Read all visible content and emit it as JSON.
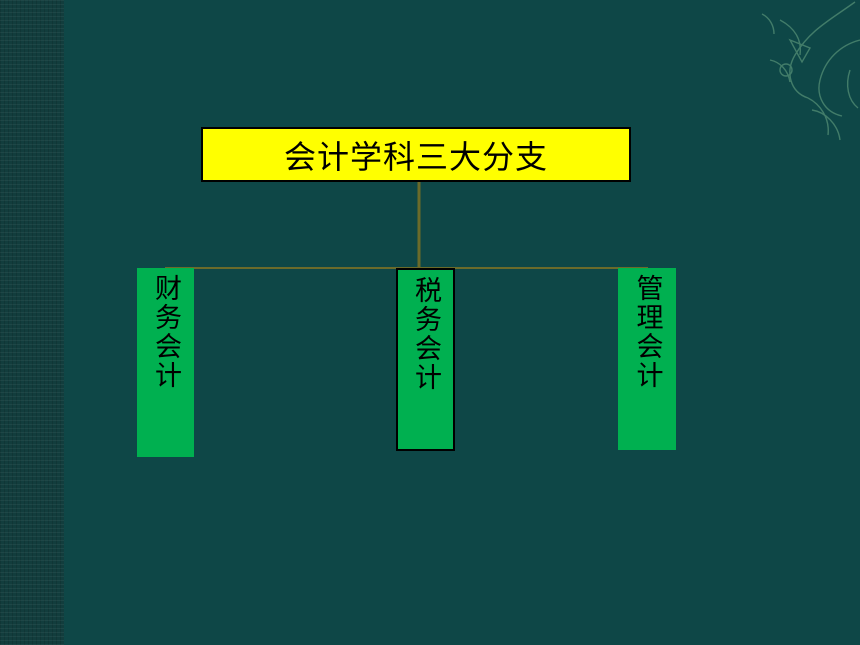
{
  "title": "会计学科三大分支",
  "branches": [
    {
      "label": "财务会计"
    },
    {
      "label": "税务会计"
    },
    {
      "label": "管理会计"
    }
  ],
  "colors": {
    "background": "#0e4747",
    "title_fill": "#ffff00",
    "branch_fill": "#00b050",
    "connector": "#6b6b2a"
  }
}
